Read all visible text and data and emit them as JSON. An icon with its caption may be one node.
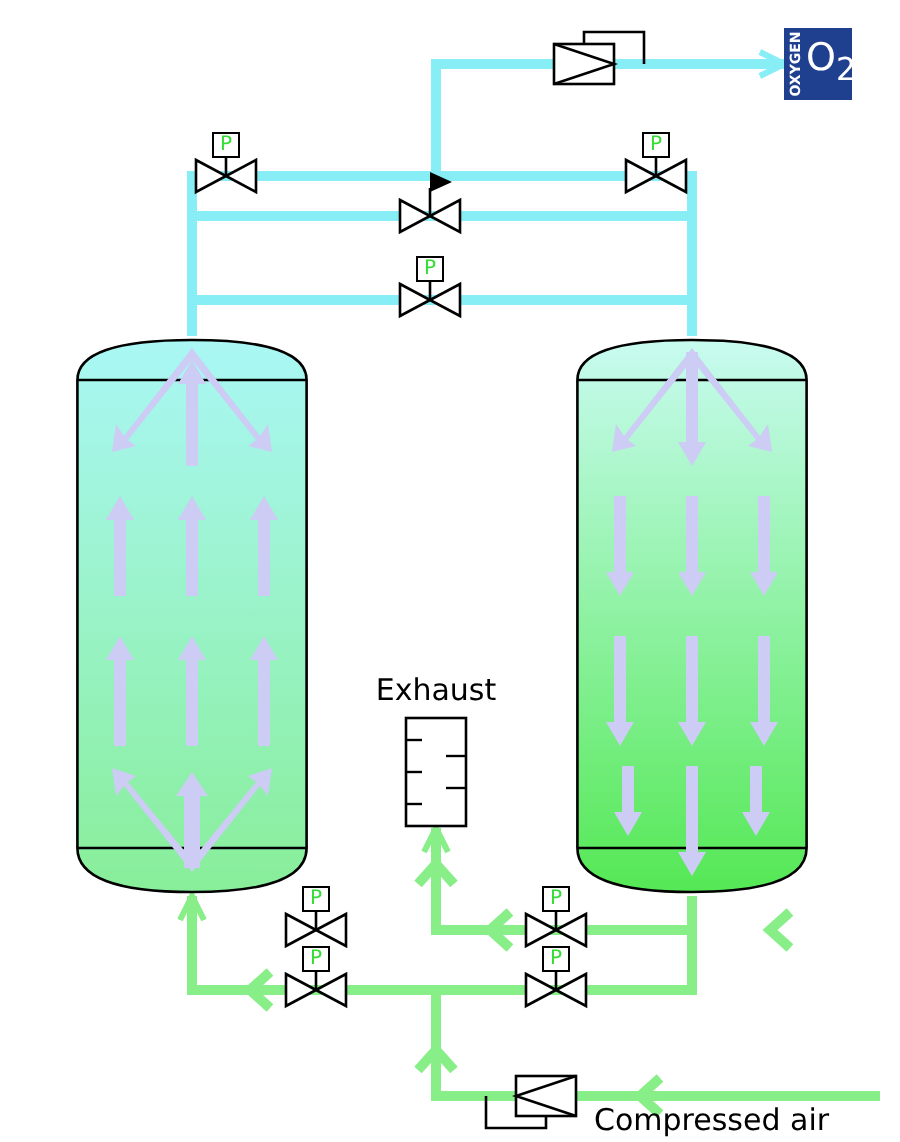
{
  "diagram": {
    "nodes": [
      {
        "text": [
          "OXYGEN",
          "O$_{2}$"
        ]
      },
      {
        "text": [],
        "shape": "cylinder"
      },
      {
        "text": [],
        "shape": "cylinder"
      },
      {
        "text": [
          "Exhaust"
        ]
      }
    ],
    "edges": [
      {
        "from": 1,
        "to": 0,
        "arrow": "to",
        "color": "#88eef5"
      },
      {
        "from": 2,
        "to": 0,
        "arrow": "to",
        "color": "#88eef5"
      },
      {
        "from": 1,
        "to": 2,
        "arrow": "none",
        "color": "#88eef5"
      },
      {
        "from": 1,
        "to": 2,
        "arrow": "none",
        "color": "#88eef5"
      },
      {
        "from": null,
        "to": 1,
        "arrow": "to",
        "color": "#88ee88"
      },
      {
        "from": 2,
        "to": 3,
        "arrow": "to",
        "color": "#88ee88"
      }
    ],
    "labels": [
      "P",
      "P",
      "P",
      "P",
      "P",
      "P",
      "P",
      "Compressed air"
    ]
  }
}
